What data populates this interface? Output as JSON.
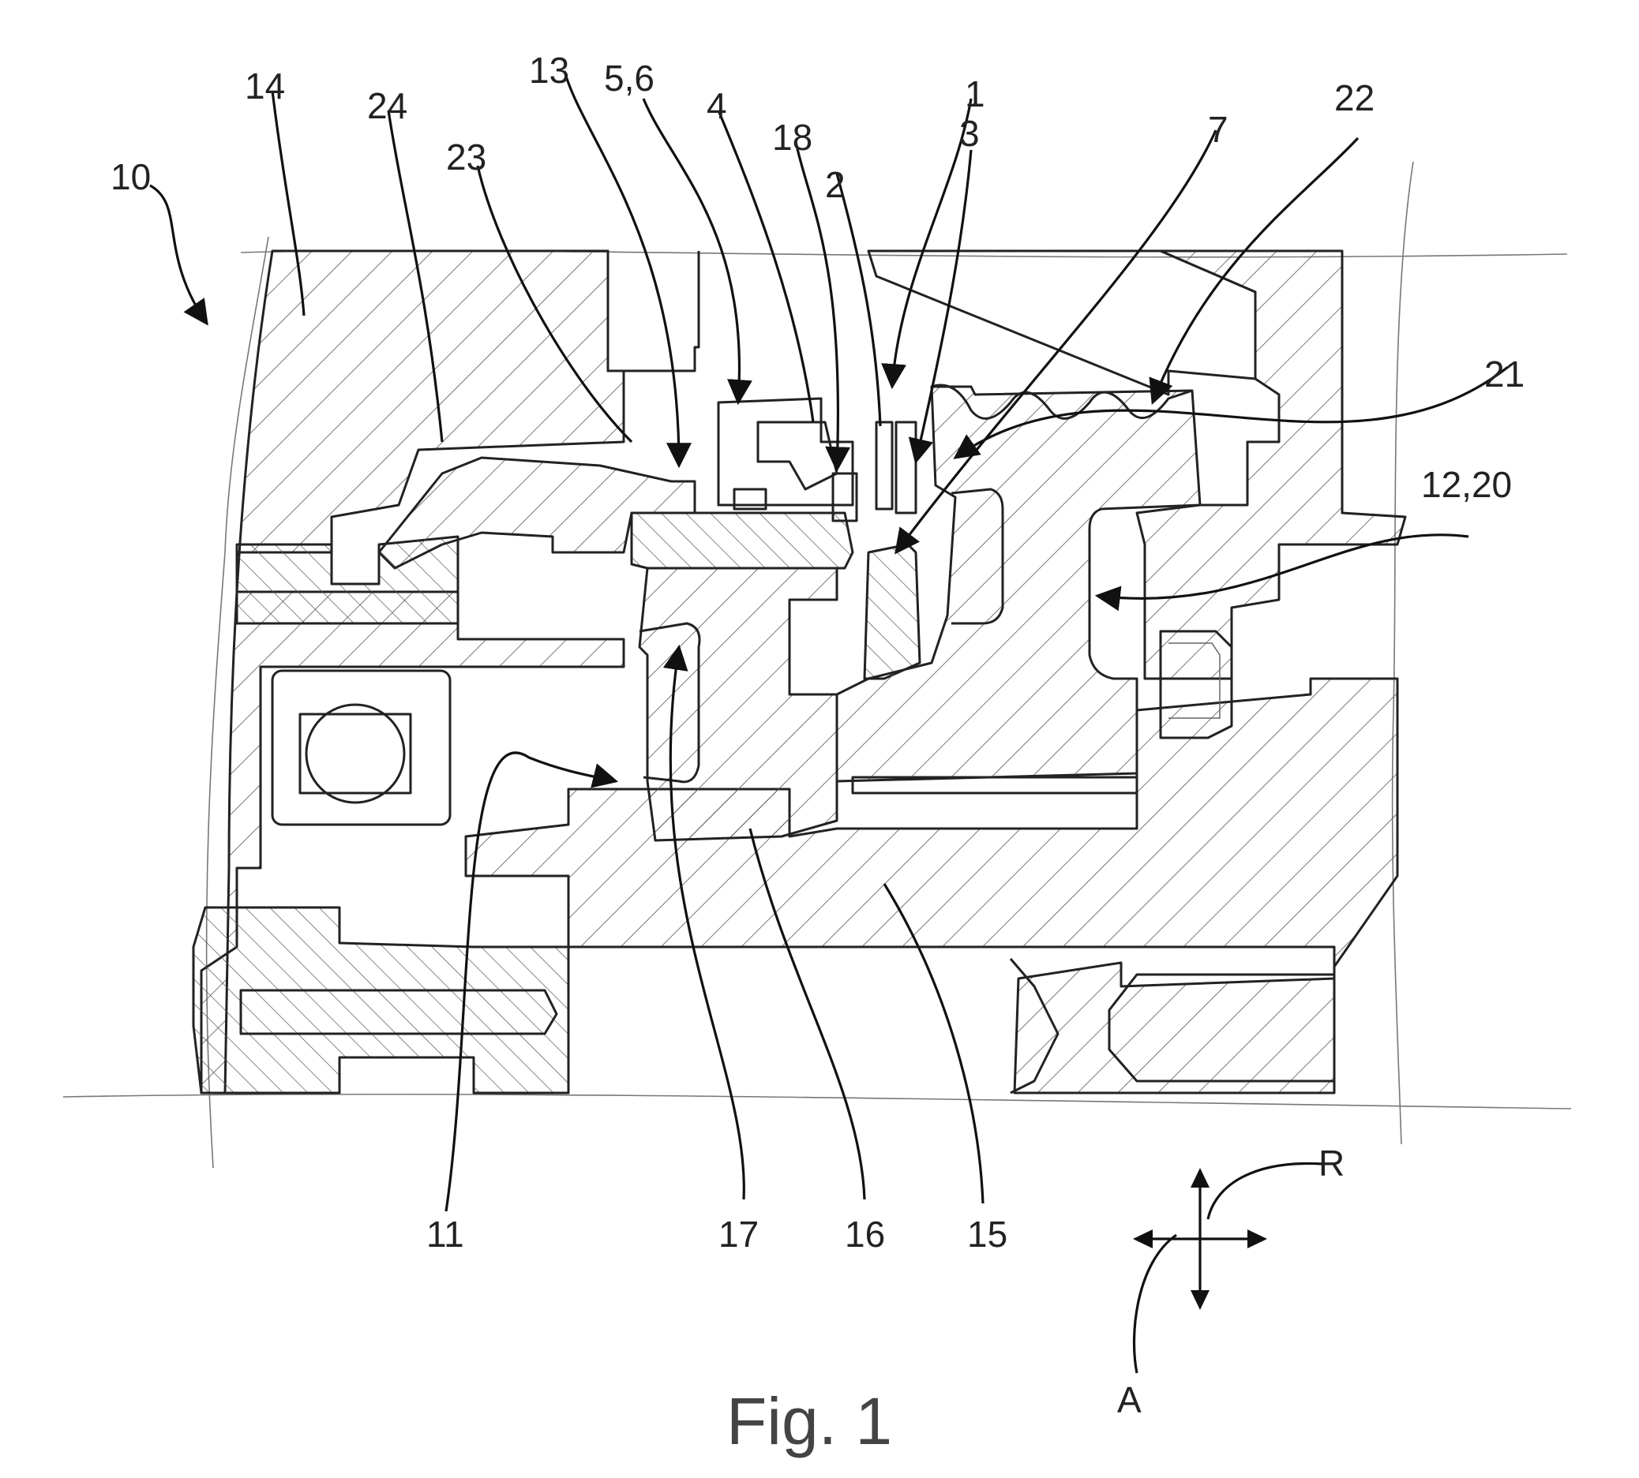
{
  "figure": {
    "caption": "Fig. 1",
    "reference_numerals": [
      "10",
      "14",
      "24",
      "23",
      "13",
      "5,6",
      "4",
      "18",
      "2",
      "1",
      "3",
      "7",
      "22",
      "21",
      "12,20",
      "11",
      "17",
      "16",
      "15"
    ],
    "direction_indicator": {
      "radial_label": "R",
      "axial_label": "A"
    }
  }
}
